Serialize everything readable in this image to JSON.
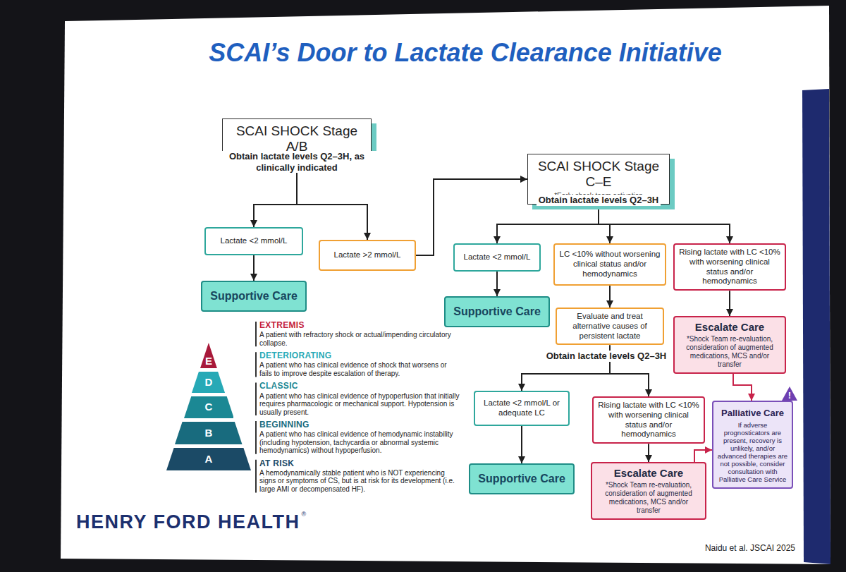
{
  "diagram": {
    "title": "SCAI’s Door to Lactate Clearance Initiative",
    "nodes": [
      {
        "text": [
          "SCAI SHOCK Stage A/B"
        ]
      },
      {
        "text": [
          "Lactate <2 mmol/L"
        ]
      },
      {
        "text": [
          "Lactate >2 mmol/L"
        ]
      },
      {
        "text": [
          "Supportive Care"
        ]
      },
      {
        "text": [
          "SCAI SHOCK Stage C–E",
          "*Early shock team activation"
        ]
      },
      {
        "text": [
          "Lactate <2 mmol/L"
        ]
      },
      {
        "text": [
          "LC <10% without worsening clinical status and/or hemodynamics"
        ]
      },
      {
        "text": [
          "Rising lactate with LC <10% with worsening clinical status and/or hemodynamics"
        ]
      },
      {
        "text": [
          "Supportive Care"
        ]
      },
      {
        "text": [
          "Evaluate and treat alternative causes of persistent lactate"
        ]
      },
      {
        "text": [
          "Escalate Care",
          "*Shock Team re-evaluation, consideration of augmented medications, MCS and/or transfer"
        ]
      },
      {
        "text": [
          "Lactate <2 mmol/L or adequate LC"
        ]
      },
      {
        "text": [
          "Rising lactate with LC <10% with worsening clinical status and/or hemodynamics"
        ]
      },
      {
        "text": [
          "Palliative Care",
          "If adverse prognosticators are present, recovery is unlikely, and/or advanced therapies are not possible, consider consultation with Palliative Care Service"
        ]
      },
      {
        "text": [
          "Supportive Care"
        ]
      },
      {
        "text": [
          "Escalate Care",
          "*Shock Team re-evaluation, consideration of augmented medications, MCS and/or transfer"
        ]
      },
      {
        "text": [
          "E"
        ]
      },
      {
        "text": [
          "D"
        ]
      },
      {
        "text": [
          "C"
        ]
      },
      {
        "text": [
          "B"
        ]
      },
      {
        "text": [
          "A"
        ]
      }
    ],
    "edges": [
      {
        "from": 0,
        "to": 1,
        "arrow": "to"
      },
      {
        "from": 0,
        "to": 2,
        "arrow": "to"
      },
      {
        "from": 1,
        "to": 3,
        "arrow": "to"
      },
      {
        "from": 2,
        "to": 4,
        "arrow": "to"
      },
      {
        "from": 4,
        "to": 5,
        "arrow": "to"
      },
      {
        "from": 4,
        "to": 6,
        "arrow": "to"
      },
      {
        "from": 4,
        "to": 7,
        "arrow": "to"
      },
      {
        "from": 5,
        "to": 8,
        "arrow": "to"
      },
      {
        "from": 6,
        "to": 9,
        "arrow": "to"
      },
      {
        "from": 7,
        "to": 10,
        "arrow": "to"
      },
      {
        "from": 9,
        "to": 11,
        "arrow": "to"
      },
      {
        "from": 9,
        "to": 12,
        "arrow": "to"
      },
      {
        "from": 11,
        "to": 14,
        "arrow": "to"
      },
      {
        "from": 12,
        "to": 15,
        "arrow": "to"
      },
      {
        "from": 10,
        "to": 13,
        "arrow": "to"
      },
      {
        "from": 15,
        "to": 13,
        "arrow": "to"
      }
    ],
    "labels": [
      "Obtain lactate levels Q2–3H, as clinically indicated",
      "Obtain lactate levels Q2–3H",
      "Obtain lactate levels Q2–3H",
      "EXTREMIS",
      "A patient with refractory shock or actual/impending circulatory collapse.",
      "DETERIORATING",
      "A patient who has clinical evidence of shock that worsens or fails to improve despite escalation of therapy.",
      "CLASSIC",
      "A patient who has clinical evidence of hypoperfusion that initially requires pharmacologic or mechanical support. Hypotension is usually present.",
      "BEGINNING",
      "A patient who has clinical evidence of hemodynamic instability (including hypotension, tachycardia or abnormal systemic hemodynamics) without hypoperfusion.",
      "AT RISK",
      "A hemodynamically stable patient who is NOT experiencing signs or symptoms of CS, but is at risk for its development (i.e. large AMI or decompensated HF).",
      "!",
      "HENRY FORD HEALTH",
      "®",
      "Naidu et al. JSCAI 2025"
    ]
  }
}
